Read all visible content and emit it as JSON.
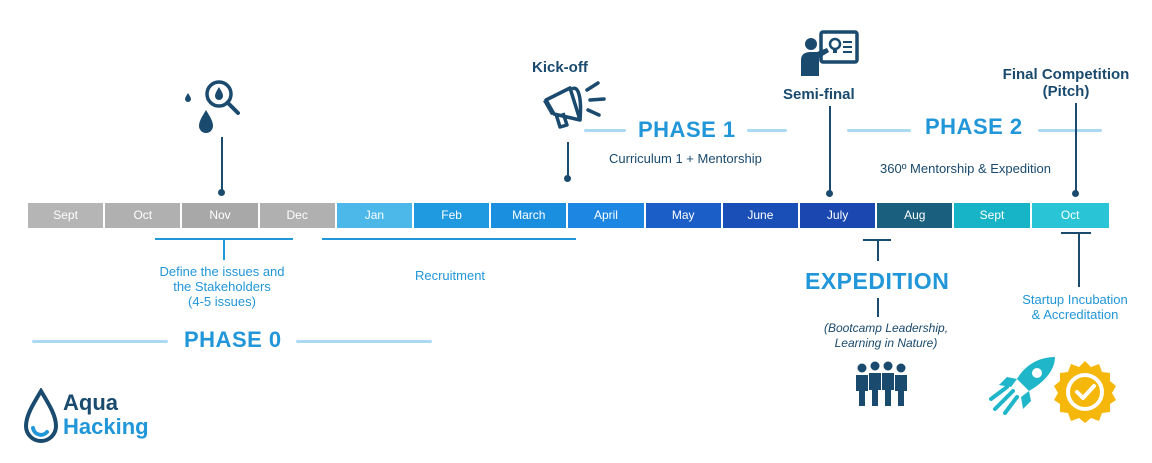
{
  "months": [
    {
      "label": "Sept",
      "color": "#b5b5b5"
    },
    {
      "label": "Oct",
      "color": "#b0b0b0"
    },
    {
      "label": "Nov",
      "color": "#a8a8a8"
    },
    {
      "label": "Dec",
      "color": "#b0b0b0"
    },
    {
      "label": "Jan",
      "color": "#4cb8ea"
    },
    {
      "label": "Feb",
      "color": "#1f9ae0"
    },
    {
      "label": "March",
      "color": "#1a8fe0"
    },
    {
      "label": "April",
      "color": "#1c86e2"
    },
    {
      "label": "May",
      "color": "#1b5ec7"
    },
    {
      "label": "June",
      "color": "#1a4fb8"
    },
    {
      "label": "July",
      "color": "#1a48b0"
    },
    {
      "label": "Aug",
      "color": "#1a5f7e"
    },
    {
      "label": "Sept",
      "color": "#17b3c6"
    },
    {
      "label": "Oct",
      "color": "#29c4d6"
    }
  ],
  "milestones": {
    "kickoff": "Kick-off",
    "semifinal": "Semi-final",
    "final_line1": "Final Competition",
    "final_line2": "(Pitch)"
  },
  "phases": {
    "phase0": "PHASE 0",
    "phase1": "PHASE 1",
    "phase2": "PHASE 2",
    "phase1_desc": "Curriculum 1 + Mentorship",
    "phase2_desc": "360º Mentorship & Expedition"
  },
  "labels": {
    "define_line1": "Define the issues and",
    "define_line2": "the Stakeholders",
    "define_line3": "(4-5 issues)",
    "recruitment": "Recruitment",
    "expedition": "EXPEDITION",
    "expedition_desc_line1": "(Bootcamp Leadership,",
    "expedition_desc_line2": "Learning in Nature)",
    "startup_line1": "Startup Incubation",
    "startup_line2": "& Accreditation"
  },
  "logo": {
    "line1": "Aqua",
    "line2": "Hacking"
  },
  "colors": {
    "brand_blue": "#2196d8",
    "dark_navy": "#1a4a6e",
    "light_line": "#a9daf2",
    "gold": "#f5b70a"
  }
}
